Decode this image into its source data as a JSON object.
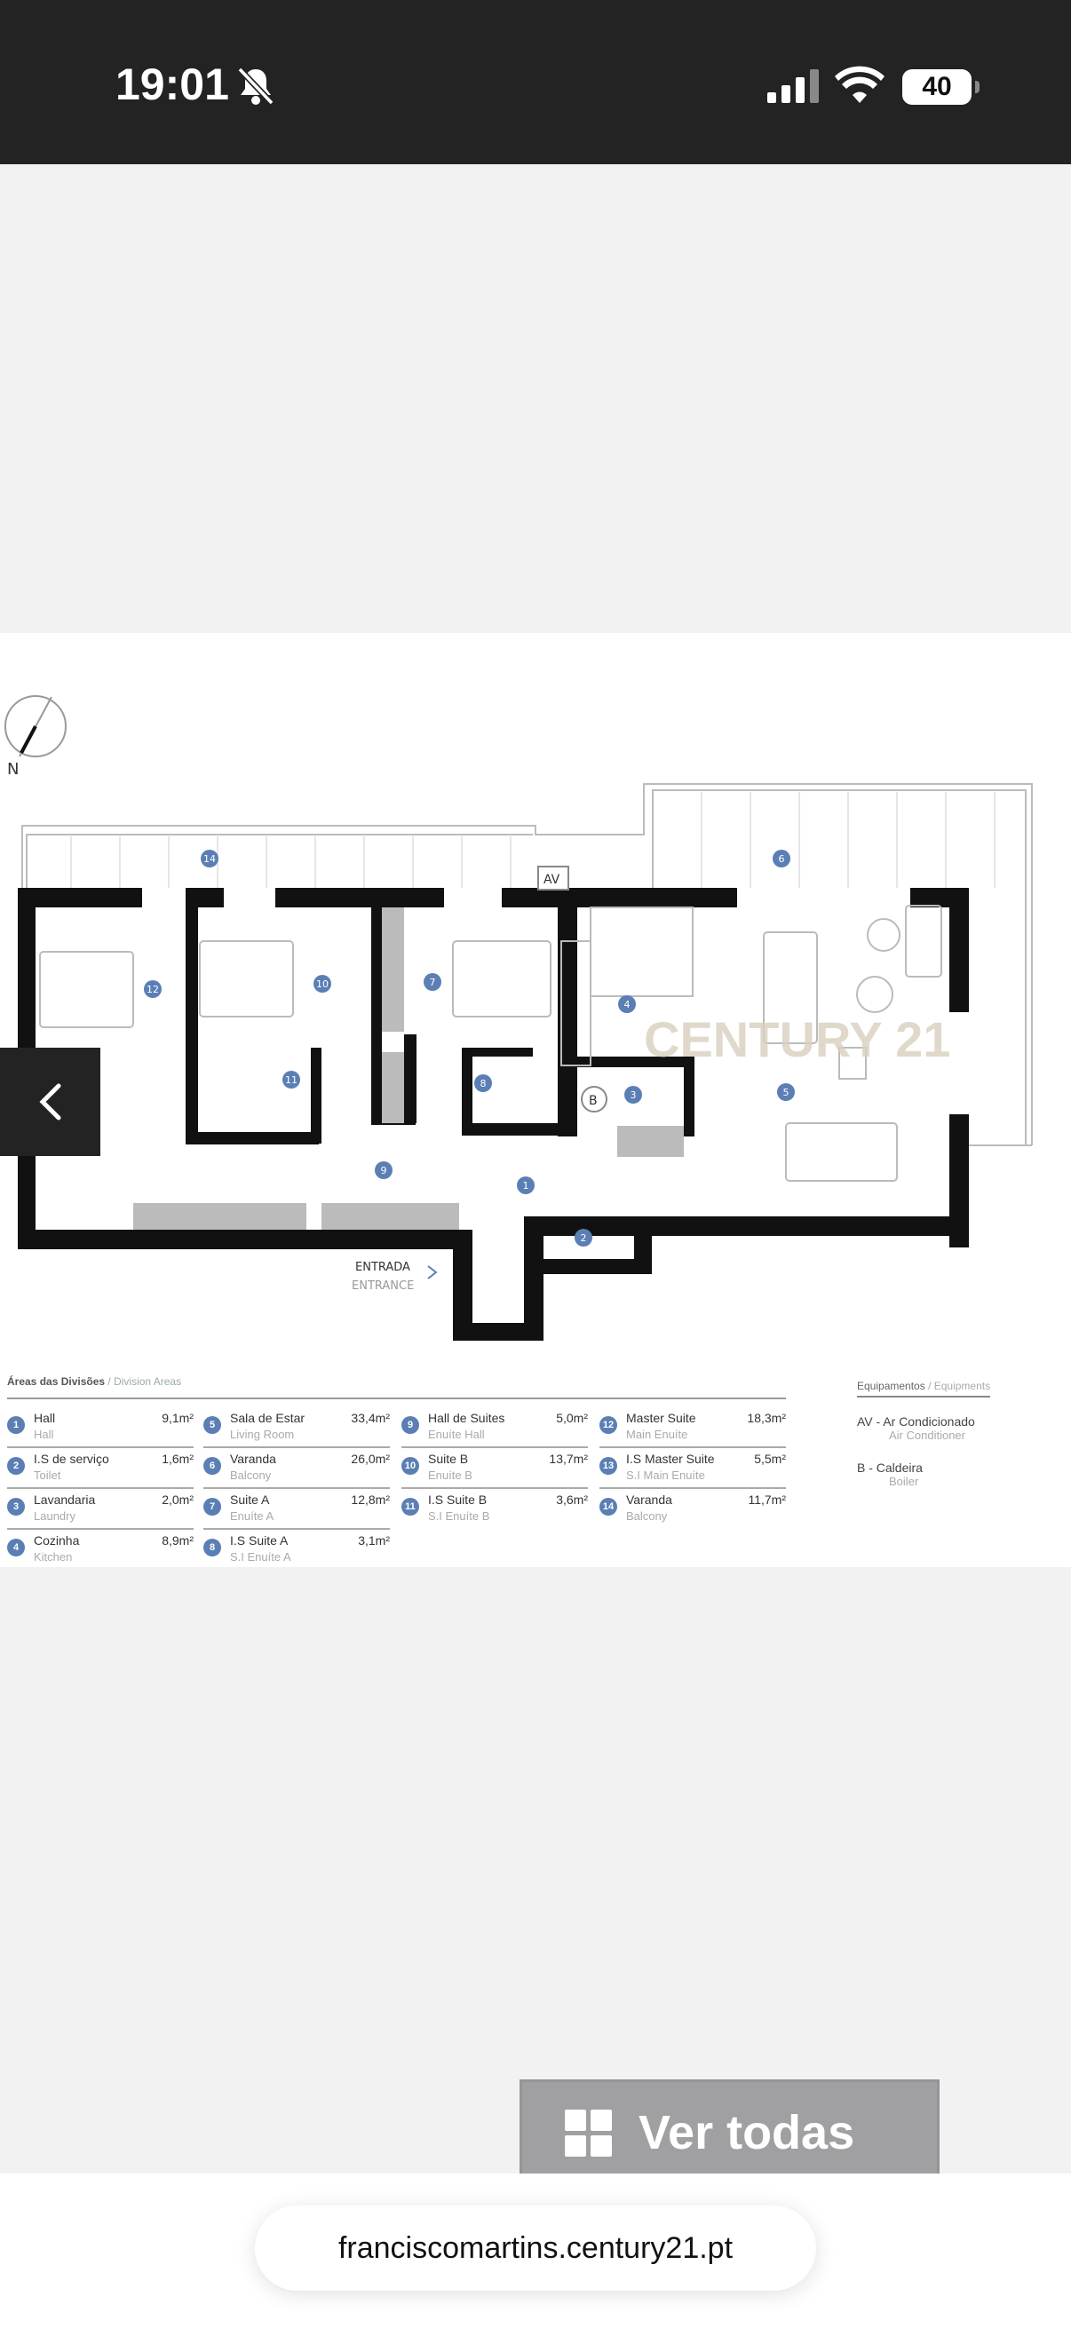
{
  "status_bar": {
    "time": "19:01",
    "battery": "40",
    "icons": [
      "bell-slash-icon",
      "signal-icon",
      "wifi-icon",
      "battery-icon"
    ]
  },
  "floor_plan": {
    "equipment_av": "AV",
    "equipment_b": "B",
    "watermark": "CENTURY 21",
    "entrance_pt": "ENTRADA",
    "entrance_en": "ENTRANCE",
    "compass_label": "N",
    "accent_color": "#5b7fb4"
  },
  "legend": {
    "title": "Áreas das Divisões",
    "title_en": "/ Division Areas",
    "rooms": [
      {
        "num": "1",
        "name": "Hall",
        "name_en": "Hall",
        "area": "9,1m²"
      },
      {
        "num": "2",
        "name": "I.S de serviço",
        "name_en": "Toilet",
        "area": "1,6m²"
      },
      {
        "num": "3",
        "name": "Lavandaria",
        "name_en": "Laundry",
        "area": "2,0m²"
      },
      {
        "num": "4",
        "name": "Cozinha",
        "name_en": "Kitchen",
        "area": "8,9m²"
      },
      {
        "num": "5",
        "name": "Sala de Estar",
        "name_en": "Living Room",
        "area": "33,4m²"
      },
      {
        "num": "6",
        "name": "Varanda",
        "name_en": "Balcony",
        "area": "26,0m²"
      },
      {
        "num": "7",
        "name": "Suite A",
        "name_en": "Enuíte A",
        "area": "12,8m²"
      },
      {
        "num": "8",
        "name": "I.S Suite A",
        "name_en": "S.I Enuíte A",
        "area": "3,1m²"
      },
      {
        "num": "9",
        "name": "Hall de Suites",
        "name_en": "Enuíte Hall",
        "area": "5,0m²"
      },
      {
        "num": "10",
        "name": "Suite B",
        "name_en": "Enuíte B",
        "area": "13,7m²"
      },
      {
        "num": "11",
        "name": "I.S Suite B",
        "name_en": "S.I Enuíte B",
        "area": "3,6m²"
      },
      {
        "num": "12",
        "name": "Master Suite",
        "name_en": "Main Enuíte",
        "area": "18,3m²"
      },
      {
        "num": "13",
        "name": "I.S Master Suite",
        "name_en": "S.I Main Enuíte",
        "area": "5,5m²"
      },
      {
        "num": "14",
        "name": "Varanda",
        "name_en": "Balcony",
        "area": "11,7m²"
      }
    ],
    "equipments_title": "Equipamentos",
    "equipments_title_en": "/ Equipments",
    "equipments": [
      {
        "label": "AV - Ar Condicionado",
        "label_en": "Air Conditioner"
      },
      {
        "label": "B - Caldeira",
        "label_en": "Boiler"
      }
    ]
  },
  "gallery": {
    "view_all_label": "Ver todas",
    "prev_icon": "chevron-left-icon"
  },
  "browser": {
    "url": "franciscomartins.century21.pt"
  }
}
